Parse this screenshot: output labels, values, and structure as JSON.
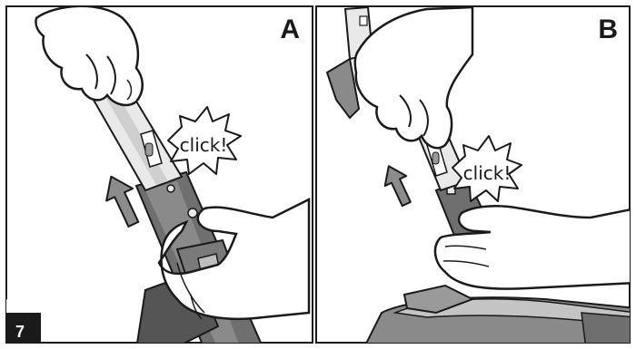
{
  "figure": {
    "step_number": "7",
    "panels": [
      {
        "letter": "A",
        "callout": "click!"
      },
      {
        "letter": "B",
        "callout": "click!"
      }
    ]
  },
  "colors": {
    "outline": "#1a1a1a",
    "tube_dark": "#6f6f6f",
    "tube_mid": "#9a9a9a",
    "tube_light": "#e9e9e9",
    "skin": "#ffffff",
    "arrow_fill": "#8c8c8c",
    "badge": "#1a1a1a"
  },
  "icons": [
    "up-arrow-icon",
    "burst-callout-icon"
  ]
}
